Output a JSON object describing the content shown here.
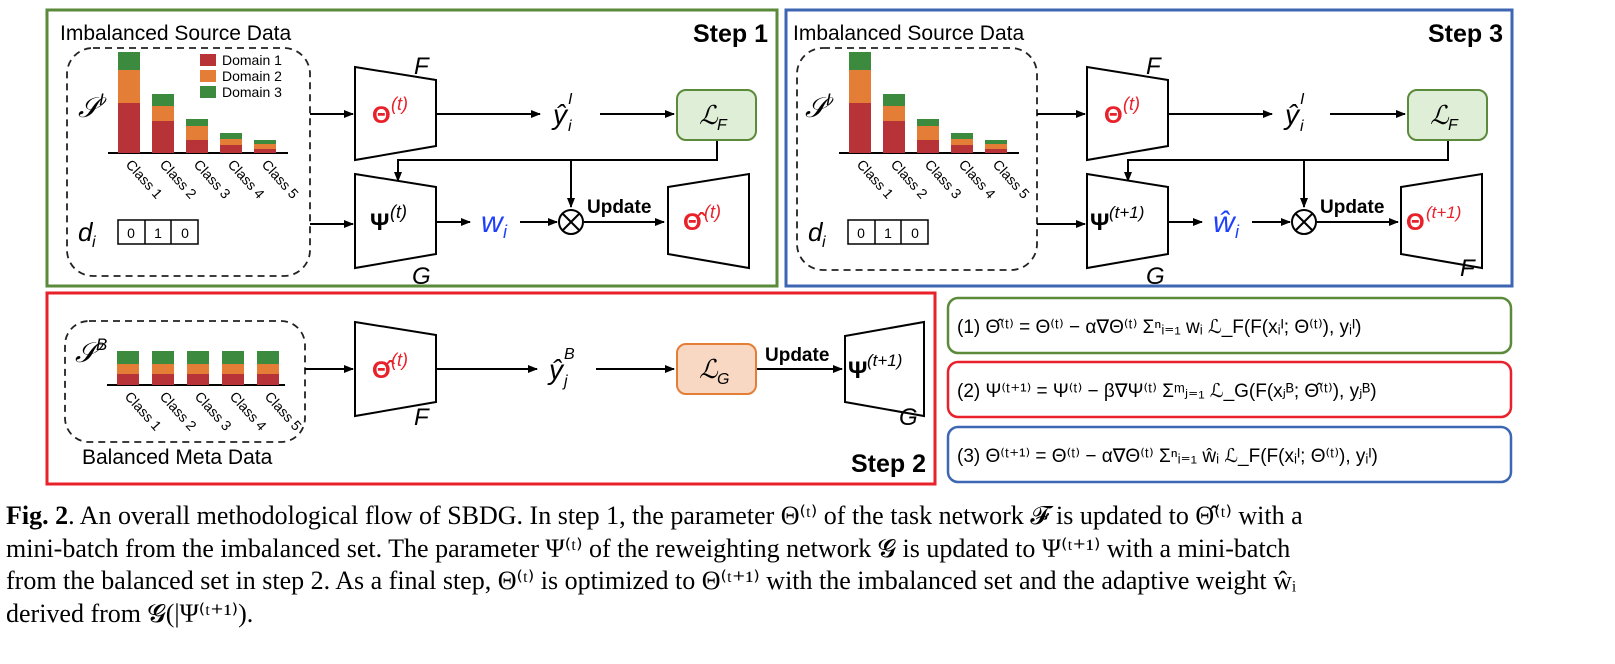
{
  "colors": {
    "step1_border": "#5a8a3a",
    "step3_border": "#3d66b3",
    "step2_border": "#e8212a",
    "domain1": "#b73338",
    "domain2": "#e47e37",
    "domain3": "#3b8a3e",
    "loss_green_fill": "#dfefd7",
    "loss_orange_fill": "#f8d8c2",
    "red_text": "#e8212a",
    "blue_text": "#1f3fff"
  },
  "step1": {
    "title": "Step 1",
    "source_label": "Imbalanced Source Data",
    "set_symbol": "𝒮",
    "set_sup": "I",
    "legend": [
      "Domain 1",
      "Domain 2",
      "Domain 3"
    ],
    "classes": [
      "Class 1",
      "Class 2",
      "Class 3",
      "Class 4",
      "Class 5"
    ],
    "bars": [
      [
        50,
        33,
        18
      ],
      [
        32,
        15,
        12
      ],
      [
        13,
        14,
        7
      ],
      [
        8,
        6,
        6
      ],
      [
        4,
        5,
        4
      ]
    ],
    "d_label": "d",
    "d_sub": "i",
    "onehot": [
      "0",
      "1",
      "0"
    ],
    "task_net": "F",
    "theta": "Θ",
    "theta_sup": "(t)",
    "y_pred": "ŷ",
    "y_sub": "i",
    "y_sup": "I",
    "loss": "ℒ",
    "loss_sub": "F",
    "reweight_net": "G",
    "psi": "Ψ",
    "psi_sup": "(t)",
    "w": "w",
    "w_sub": "i",
    "otimes": "⊗",
    "update": "Update",
    "theta_hat": "Θ̂",
    "theta_hat_sup": "(t)"
  },
  "step3": {
    "title": "Step 3",
    "source_label": "Imbalanced Source Data",
    "set_symbol": "𝒮",
    "set_sup": "I",
    "classes": [
      "Class 1",
      "Class 2",
      "Class 3",
      "Class 4",
      "Class 5"
    ],
    "bars": [
      [
        50,
        33,
        18
      ],
      [
        32,
        15,
        12
      ],
      [
        13,
        14,
        7
      ],
      [
        8,
        6,
        6
      ],
      [
        4,
        5,
        4
      ]
    ],
    "d_label": "d",
    "d_sub": "i",
    "onehot": [
      "0",
      "1",
      "0"
    ],
    "task_net": "F",
    "theta": "Θ",
    "theta_sup": "(t)",
    "y_pred": "ŷ",
    "y_sub": "i",
    "y_sup": "I",
    "loss": "ℒ",
    "loss_sub": "F",
    "reweight_net": "G",
    "psi": "Ψ",
    "psi_sup": "(t+1)",
    "w_hat": "ŵ",
    "w_sub": "i",
    "otimes": "⊗",
    "update": "Update",
    "theta_new": "Θ",
    "theta_new_sup": "(t+1)",
    "task_net_out": "F"
  },
  "step2": {
    "title": "Step 2",
    "meta_label": "Balanced Meta Data",
    "set_symbol": "𝒮",
    "set_sup": "B",
    "classes": [
      "Class 1",
      "Class 2",
      "Class 3",
      "Class 4",
      "Class 5"
    ],
    "bars": [
      [
        11,
        10,
        13
      ],
      [
        11,
        10,
        13
      ],
      [
        11,
        10,
        13
      ],
      [
        11,
        10,
        13
      ],
      [
        11,
        10,
        13
      ]
    ],
    "task_net": "F",
    "theta_hat": "Θ̂",
    "theta_hat_sup": "(t)",
    "y_pred": "ŷ",
    "y_sub": "j",
    "y_sup": "B",
    "loss": "ℒ",
    "loss_sub": "G",
    "update": "Update",
    "psi": "Ψ",
    "psi_sup": "(t+1)",
    "reweight_net": "G"
  },
  "equations": [
    "(1) Θ̂⁽ᵗ⁾ = Θ⁽ᵗ⁾ − α∇Θ⁽ᵗ⁾ Σⁿᵢ₌₁ wᵢ ℒ_F(F(xᵢᴵ; Θ⁽ᵗ⁾), yᵢᴵ)",
    "(2) Ψ⁽ᵗ⁺¹⁾ = Ψ⁽ᵗ⁾ − β∇Ψ⁽ᵗ⁾ Σᵐⱼ₌₁ ℒ_G(F(xⱼᴮ; Θ̂⁽ᵗ⁾), yⱼᴮ)",
    "(3) Θ⁽ᵗ⁺¹⁾ = Θ⁽ᵗ⁾ − α∇Θ⁽ᵗ⁾ Σⁿᵢ₌₁ ŵᵢ ℒ_F(F(xᵢᴵ; Θ⁽ᵗ⁾), yᵢᴵ)"
  ],
  "caption": {
    "fig_label": "Fig. 2",
    "lines": [
      ".  An overall methodological flow of SBDG. In step 1, the parameter Θ⁽ᵗ⁾ of the task network 𝓕 is updated to Θ̂⁽ᵗ⁾ with a",
      "mini-batch from the imbalanced set. The parameter Ψ⁽ᵗ⁾ of the reweighting network 𝓖 is updated to Ψ⁽ᵗ⁺¹⁾ with a mini-batch",
      "from the balanced set in step 2. As a final step, Θ⁽ᵗ⁾ is optimized to Θ⁽ᵗ⁺¹⁾ with the imbalanced set and the adaptive weight ŵᵢ",
      "derived from 𝓖(|Ψ⁽ᵗ⁺¹⁾)."
    ]
  }
}
